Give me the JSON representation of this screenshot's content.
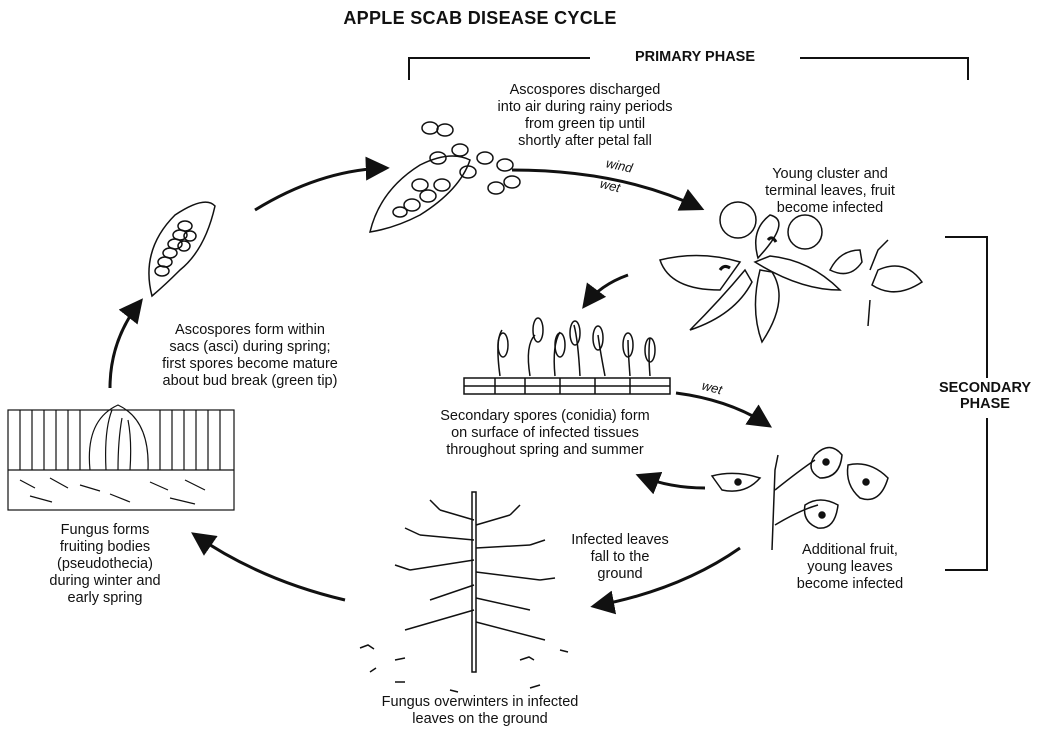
{
  "title": "APPLE SCAB DISEASE CYCLE",
  "phases": {
    "primary": "PRIMARY PHASE",
    "secondary": "SECONDARY\nPHASE"
  },
  "labels": {
    "ascospores_discharged": "Ascospores discharged\ninto air during rainy periods\nfrom green tip until\nshortly after petal fall",
    "young_cluster": "Young cluster and\nterminal leaves, fruit\nbecome infected",
    "secondary_spores": "Secondary spores (conidia) form\non surface of infected tissues\nthroughout spring and summer",
    "additional_fruit": "Additional fruit,\nyoung leaves\nbecome infected",
    "infected_leaves_fall": "Infected leaves\nfall to the\nground",
    "fungus_overwinters": "Fungus overwinters in infected\nleaves on the ground",
    "fruiting_bodies": "Fungus forms\nfruiting bodies\n(pseudothecia)\nduring winter and\nearly spring",
    "ascospores_form": "Ascospores form within\nsacs (asci) during spring;\nfirst spores become mature\nabout bud break (green tip)"
  },
  "arrow_labels": {
    "wind": "wind",
    "wet_top": "wet",
    "wet_middle": "wet"
  },
  "colors": {
    "ink": "#111111",
    "background": "#ffffff"
  }
}
